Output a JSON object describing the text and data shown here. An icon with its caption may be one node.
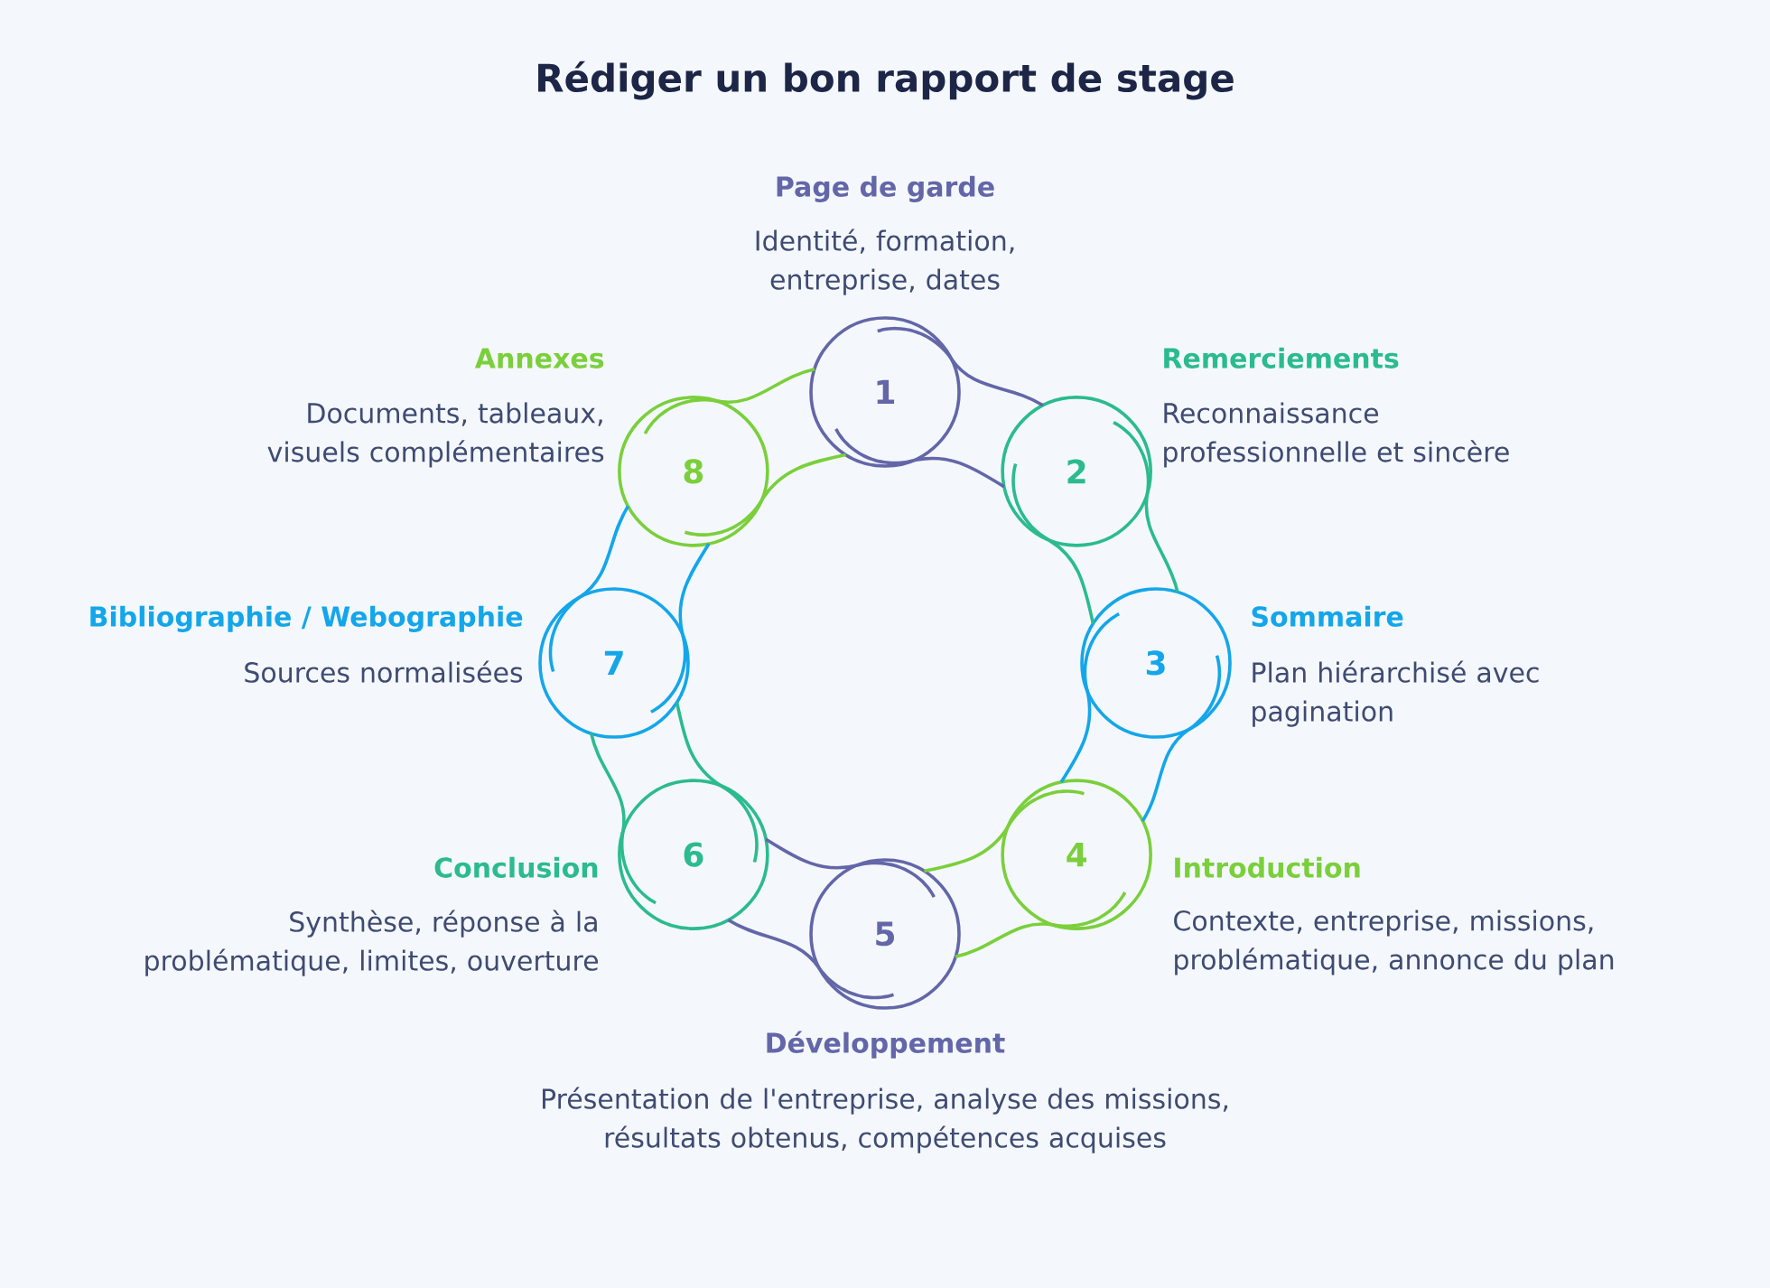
{
  "diagram": {
    "title": "Rédiger un bon rapport de stage",
    "nodes": [
      {
        "text": [
          "1"
        ],
        "beside": [
          "Page de garde",
          "Identité, formation, entreprise, dates"
        ]
      },
      {
        "text": [
          "2"
        ],
        "beside": [
          "Remerciements",
          "Reconnaissance professionnelle et sincère"
        ]
      },
      {
        "text": [
          "3"
        ],
        "beside": [
          "Sommaire",
          "Plan hiérarchisé avec pagination"
        ]
      },
      {
        "text": [
          "4"
        ],
        "beside": [
          "Introduction",
          "Contexte, entreprise, missions, problématique, annonce du plan"
        ]
      },
      {
        "text": [
          "5"
        ],
        "beside": [
          "Développement",
          "Présentation de l'entreprise, analyse des missions, résultats obtenus, compétences acquises"
        ]
      },
      {
        "text": [
          "6"
        ],
        "beside": [
          "Conclusion",
          "Synthèse, réponse à la problématique, limites, ouverture"
        ]
      },
      {
        "text": [
          "7"
        ],
        "beside": [
          "Bibliographie / Webographie",
          "Sources normalisées"
        ]
      },
      {
        "text": [
          "8"
        ],
        "beside": [
          "Annexes",
          "Documents, tableaux, visuels complémentaires"
        ]
      }
    ],
    "edges": [
      {
        "from": 0,
        "to": 1,
        "arrow": "none",
        "color": "#6366a8"
      },
      {
        "from": 0,
        "to": 1,
        "arrow": "none",
        "color": "#6366a8"
      },
      {
        "from": 1,
        "to": 2,
        "arrow": "none",
        "color": "#2bbb8e"
      },
      {
        "from": 1,
        "to": 2,
        "arrow": "none",
        "color": "#2bbb8e"
      },
      {
        "from": 2,
        "to": 3,
        "arrow": "none",
        "color": "#14a6ea"
      },
      {
        "from": 2,
        "to": 3,
        "arrow": "none",
        "color": "#14a6ea"
      },
      {
        "from": 3,
        "to": 4,
        "arrow": "none",
        "color": "#7acf3b"
      },
      {
        "from": 3,
        "to": 4,
        "arrow": "none",
        "color": "#7acf3b"
      },
      {
        "from": 4,
        "to": 5,
        "arrow": "none",
        "color": "#6366a8"
      },
      {
        "from": 4,
        "to": 5,
        "arrow": "none",
        "color": "#6366a8"
      },
      {
        "from": 5,
        "to": 6,
        "arrow": "none",
        "color": "#2bbb8e"
      },
      {
        "from": 5,
        "to": 6,
        "arrow": "none",
        "color": "#2bbb8e"
      },
      {
        "from": 6,
        "to": 7,
        "arrow": "none",
        "color": "#14a6ea"
      },
      {
        "from": 6,
        "to": 7,
        "arrow": "none",
        "color": "#14a6ea"
      },
      {
        "from": 7,
        "to": 0,
        "arrow": "none",
        "color": "#7acf3b"
      },
      {
        "from": 7,
        "to": 0,
        "arrow": "none",
        "color": "#7acf3b"
      }
    ]
  }
}
